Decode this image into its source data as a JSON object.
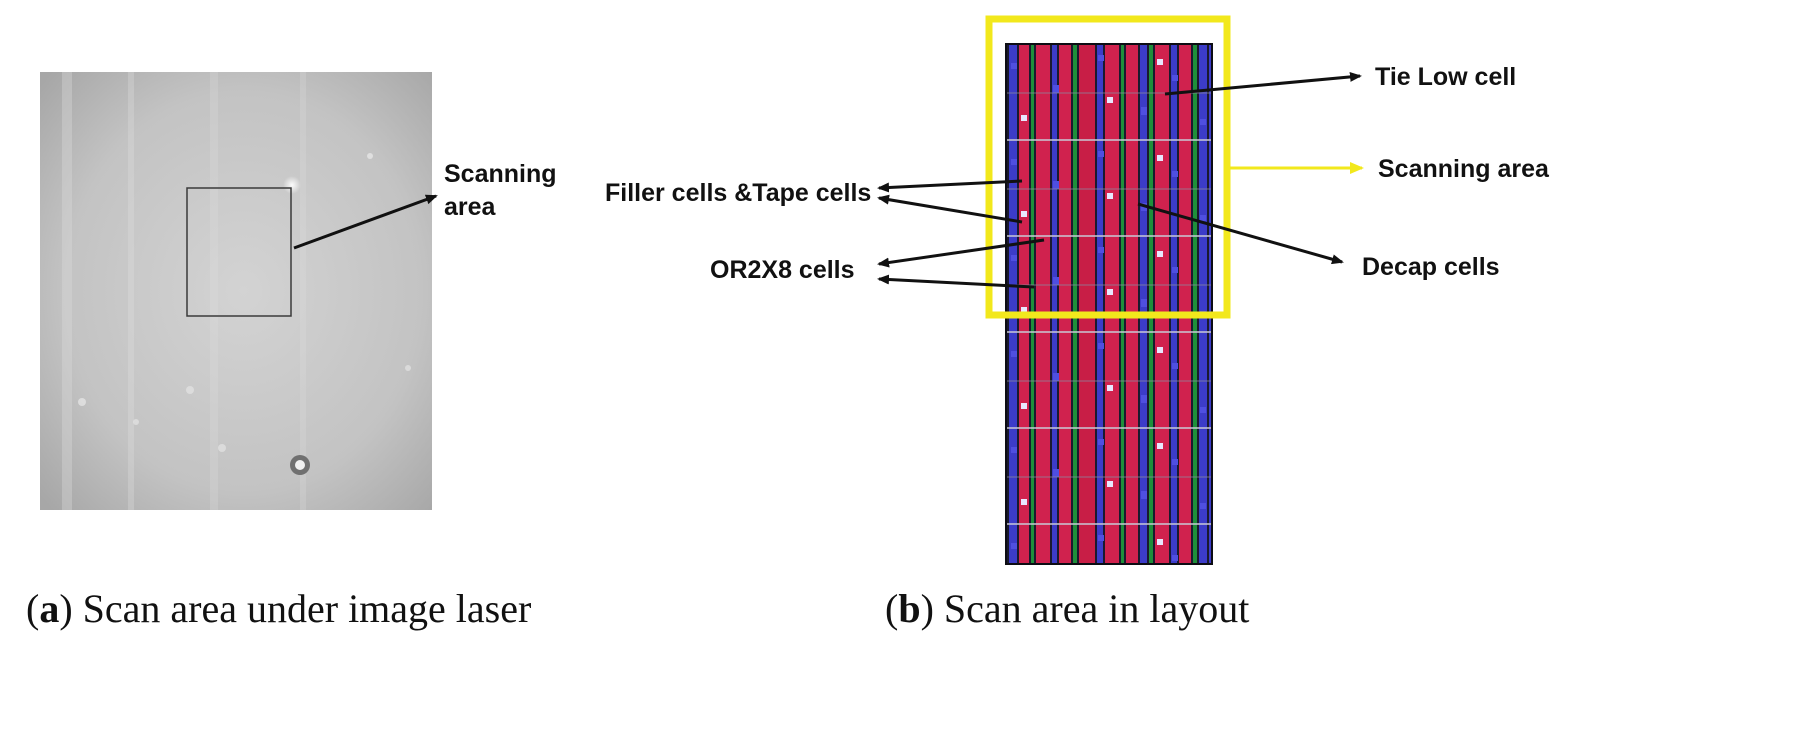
{
  "panel_a": {
    "callout": "Scanning\narea",
    "caption_letter": "a",
    "caption_text": "Scan area under image laser"
  },
  "panel_b": {
    "labels": {
      "tie_low": "Tie Low cell",
      "scanning_area": "Scanning area",
      "filler_tape": "Filler cells &Tape cells",
      "decap": "Decap cells",
      "or2x8": "OR2X8 cells"
    },
    "caption_letter": "b",
    "caption_text": "Scan area in layout"
  },
  "colors": {
    "highlight": "#f2e81c",
    "layout_red": "#d0224e",
    "layout_blue": "#3c3cc8",
    "layout_green": "#1f8f3a",
    "layout_bg": "#1a1a2e"
  }
}
